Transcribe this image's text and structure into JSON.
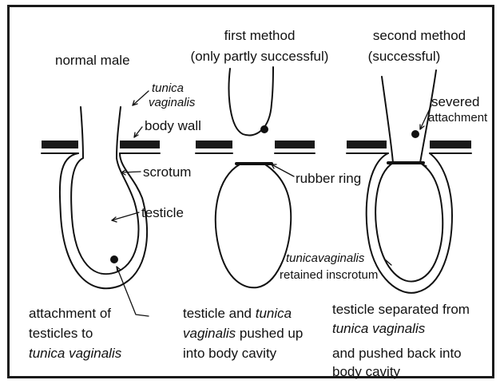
{
  "panels": {
    "normal": {
      "title": "normal male",
      "tunica_1": "tunica",
      "tunica_2": "vaginalis",
      "body_wall": "body wall",
      "scrotum": "scrotum",
      "testicle": "testicle",
      "caption_1": "attachment of",
      "caption_2": "testicles to",
      "caption_3": "tunica vaginalis"
    },
    "first": {
      "title_1": "first method",
      "title_2": "(only partly successful)",
      "rubber_ring": "rubber ring",
      "caption_1a": "testicle and ",
      "caption_1b": "tunica",
      "caption_2a": "vaginalis",
      "caption_2b": " pushed up",
      "caption_3": "into body cavity"
    },
    "second": {
      "title_1": "second method",
      "title_2": "(successful)",
      "severed_1": "severed",
      "severed_2": "attachment",
      "retained_1": "tunicavaginalis",
      "retained_2": "retained inscrotum",
      "caption_1": "testicle separated from",
      "caption_2": "tunica vaginalis",
      "caption_3": "and pushed back into",
      "caption_4": "body cavity"
    }
  },
  "colors": {
    "ink": "#111111",
    "wall": "#1a1a1a",
    "background": "#ffffff"
  }
}
